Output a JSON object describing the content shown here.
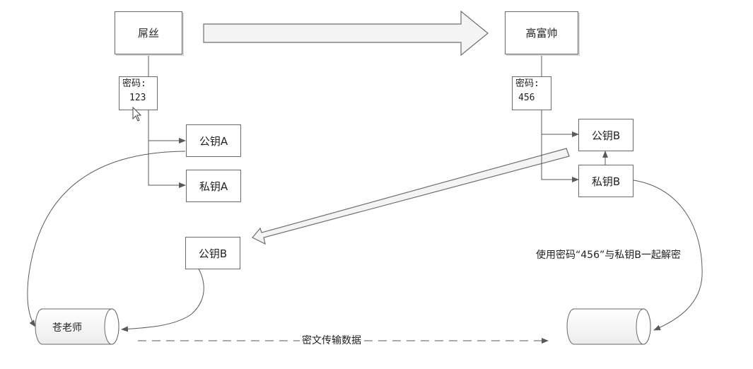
{
  "nodes": {
    "diaosi": "屌丝",
    "gaofushuai": "高富帅",
    "pub_a": "公钥A",
    "priv_a": "私钥A",
    "pub_b": "公钥B",
    "priv_b": "私钥B",
    "pub_b_copy": "公钥B"
  },
  "passwords": {
    "left_label": "密码:",
    "left_value": "123",
    "right_label": "密码:",
    "right_value": "456"
  },
  "cylinders": {
    "left": "苍老师",
    "right": ""
  },
  "labels": {
    "decrypt_note": "使用密码“456”与私钥B一起解密",
    "transfer": "密文传输数据"
  },
  "colors": {
    "line": "#5a5a5a",
    "box_border": "#6a6a6a",
    "big_arrow_border": "#6e6e6e",
    "big_arrow_fill": "#f4f4f4"
  }
}
